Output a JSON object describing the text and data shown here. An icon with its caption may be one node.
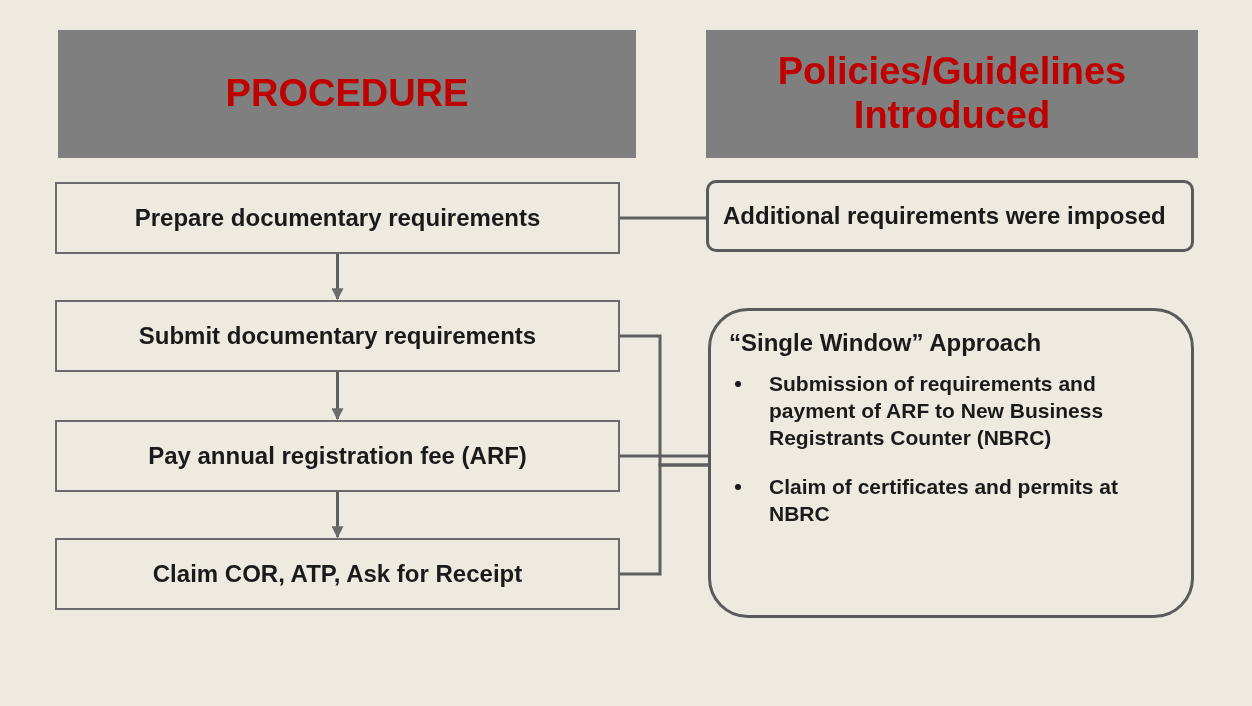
{
  "diagram": {
    "nodes": [
      {
        "text": [
          "PROCEDURE"
        ]
      },
      {
        "text": [
          "Policies/Guidelines Introduced"
        ]
      },
      {
        "text": [
          "Prepare documentary requirements"
        ]
      },
      {
        "text": [
          "Additional requirements were imposed"
        ]
      },
      {
        "text": [
          "Submit documentary requirements"
        ]
      },
      {
        "text": [
          "“Single Window” Approach",
          "Submission of requirements and payment of ARF to New Business Registrants Counter (NBRC)",
          "Claim of certificates and permits at NBRC"
        ]
      },
      {
        "text": [
          "Pay annual registration fee (ARF)"
        ]
      },
      {
        "text": [
          "Claim COR, ATP, Ask for Receipt"
        ]
      }
    ],
    "edges": [
      {
        "from": 2,
        "to": 4,
        "arrow": "to"
      },
      {
        "from": 4,
        "to": 6,
        "arrow": "to"
      },
      {
        "from": 6,
        "to": 7,
        "arrow": "to"
      },
      {
        "from": 2,
        "to": 3,
        "arrow": "none"
      },
      {
        "from": 4,
        "to": 5,
        "arrow": "none"
      },
      {
        "from": 6,
        "to": 5,
        "arrow": "none"
      },
      {
        "from": 7,
        "to": 5,
        "arrow": "none"
      }
    ]
  }
}
